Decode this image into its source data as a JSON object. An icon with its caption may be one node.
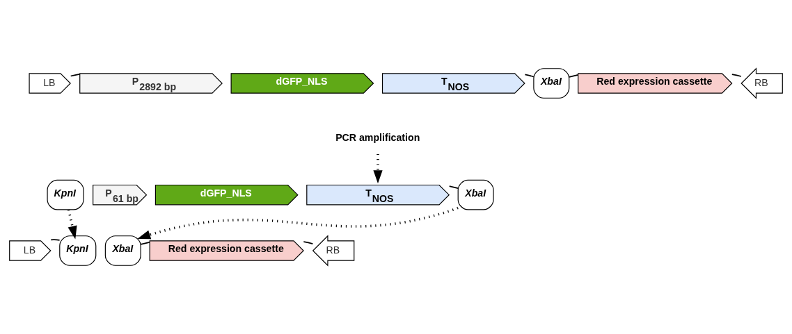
{
  "diagram": {
    "nodes": [
      {
        "text": [
          "LB"
        ]
      },
      {
        "text": [
          "P$_{2892 bp}$"
        ]
      },
      {
        "text": [
          "dGFP_NLS"
        ]
      },
      {
        "text": [
          "T$_{NOS}$"
        ]
      },
      {
        "text": [
          "XbaI"
        ]
      },
      {
        "text": [
          "Red expression cassette"
        ]
      },
      {
        "text": [
          "RB"
        ]
      },
      {
        "text": [
          "PCR amplification"
        ]
      },
      {
        "text": [
          "KpnI"
        ]
      },
      {
        "text": [
          "P$_{61 bp}$"
        ]
      },
      {
        "text": [
          "dGFP_NLS"
        ]
      },
      {
        "text": [
          "T$_{NOS}$"
        ]
      },
      {
        "text": [
          "XbaI"
        ]
      },
      {
        "text": [
          "LB"
        ]
      },
      {
        "text": [
          "KpnI"
        ]
      },
      {
        "text": [
          "XbaI"
        ]
      },
      {
        "text": [
          "Red expression cassette"
        ]
      },
      {
        "text": [
          "RB"
        ]
      }
    ],
    "edges": [
      {
        "from": 0,
        "to": 1,
        "arrow": "none"
      },
      {
        "from": 3,
        "to": 4,
        "arrow": "none"
      },
      {
        "from": 4,
        "to": 5,
        "arrow": "none"
      },
      {
        "from": 5,
        "to": 6,
        "arrow": "none"
      },
      {
        "from": 7,
        "to": 11,
        "arrow": "to",
        "style": "dashed"
      },
      {
        "from": 11,
        "to": 12,
        "arrow": "none"
      },
      {
        "from": 8,
        "to": 14,
        "arrow": "to",
        "style": "dashed"
      },
      {
        "from": 12,
        "to": 15,
        "arrow": "to",
        "style": "dashed"
      },
      {
        "from": 13,
        "to": 14,
        "arrow": "none"
      },
      {
        "from": 15,
        "to": 16,
        "arrow": "none"
      },
      {
        "from": 16,
        "to": 17,
        "arrow": "none"
      }
    ]
  }
}
